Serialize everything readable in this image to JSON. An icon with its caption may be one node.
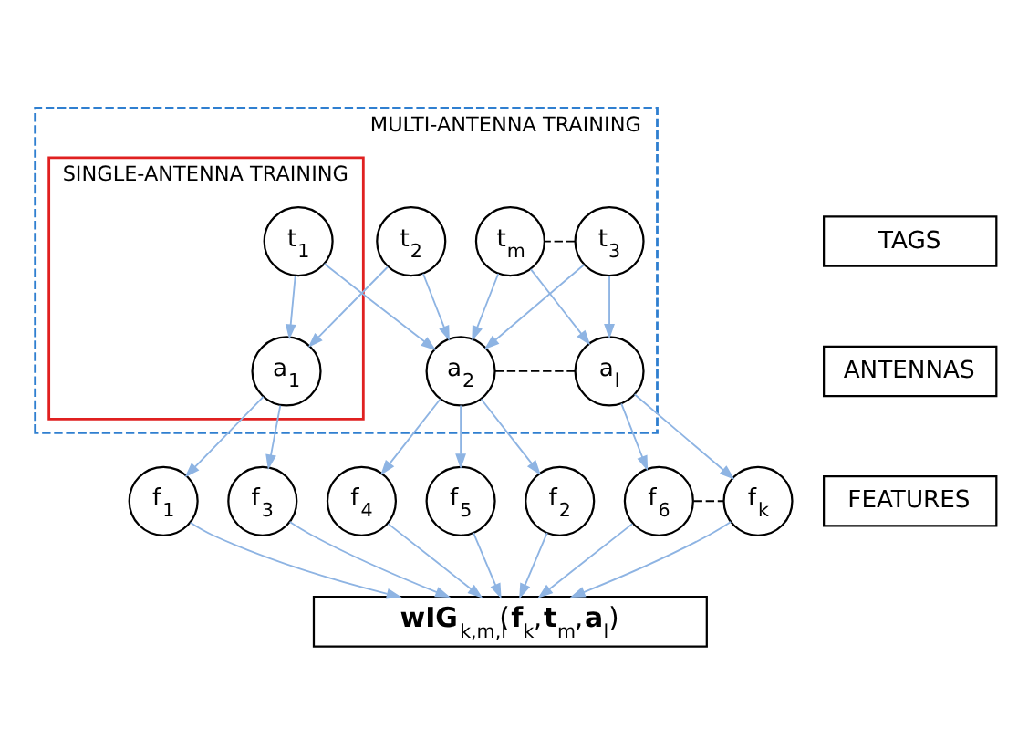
{
  "diagram": {
    "nodes": [
      {
        "text": [
          "MULTI-ANTENNA TRAINING"
        ]
      },
      {
        "text": [
          "SINGLE-ANTENNA TRAINING"
        ],
        "in": 0
      },
      {
        "text": [
          "TAGS"
        ]
      },
      {
        "text": [
          "t$_{1}$"
        ],
        "in": 1
      },
      {
        "text": [
          "t$_{2}$"
        ],
        "in": 0
      },
      {
        "text": [
          "t$_{3}$"
        ],
        "in": 0
      },
      {
        "text": [
          "t$_{m}$"
        ],
        "in": 0
      },
      {
        "text": [
          "ANTENNAS"
        ]
      },
      {
        "text": [
          "a$_{1}$"
        ],
        "in": 1
      },
      {
        "text": [
          "a$_{2}$"
        ],
        "in": 0
      },
      {
        "text": [
          "a$_{l}$"
        ],
        "in": 0
      },
      {
        "text": [
          "FEATURES"
        ]
      },
      {
        "text": [
          "f$_{1}$"
        ]
      },
      {
        "text": [
          "f$_{2}$"
        ]
      },
      {
        "text": [
          "f$_{3}$"
        ]
      },
      {
        "text": [
          "f$_{4}$"
        ]
      },
      {
        "text": [
          "f$_{5}$"
        ]
      },
      {
        "text": [
          "f$_{6}$"
        ]
      },
      {
        "text": [
          "f$_{k}$"
        ]
      },
      {
        "text": [
          "**wIG**$_{k,m,l}$(**f**$_{k}$,**t**$_{m}$,**a**$_{l}$)"
        ]
      }
    ],
    "edges": [
      {
        "from": 3,
        "to": 8,
        "arrow": "to"
      },
      {
        "from": 3,
        "to": 9,
        "arrow": "to"
      },
      {
        "from": 4,
        "to": 8,
        "arrow": "to"
      },
      {
        "from": 4,
        "to": 9,
        "arrow": "to"
      },
      {
        "from": 5,
        "to": 9,
        "arrow": "to"
      },
      {
        "from": 5,
        "to": 10,
        "arrow": "to"
      },
      {
        "from": 6,
        "to": 9,
        "arrow": "to"
      },
      {
        "from": 6,
        "to": 10,
        "arrow": "to"
      },
      {
        "from": 5,
        "to": 6,
        "arrow": "none",
        "style": "dashed",
        "color": "#000000"
      },
      {
        "from": 9,
        "to": 10,
        "arrow": "none",
        "style": "dashed",
        "color": "#000000"
      },
      {
        "from": 8,
        "to": 12,
        "arrow": "to"
      },
      {
        "from": 8,
        "to": 14,
        "arrow": "to"
      },
      {
        "from": 9,
        "to": 13,
        "arrow": "to"
      },
      {
        "from": 9,
        "to": 15,
        "arrow": "to"
      },
      {
        "from": 9,
        "to": 16,
        "arrow": "to"
      },
      {
        "from": 10,
        "to": 17,
        "arrow": "to"
      },
      {
        "from": 10,
        "to": 18,
        "arrow": "to"
      },
      {
        "from": 17,
        "to": 18,
        "arrow": "none",
        "style": "dashed",
        "color": "#000000"
      },
      {
        "from": 12,
        "to": 19,
        "arrow": "to"
      },
      {
        "from": 13,
        "to": 19,
        "arrow": "to"
      },
      {
        "from": 14,
        "to": 19,
        "arrow": "to"
      },
      {
        "from": 15,
        "to": 19,
        "arrow": "to"
      },
      {
        "from": 16,
        "to": 19,
        "arrow": "to"
      },
      {
        "from": 17,
        "to": 19,
        "arrow": "to"
      },
      {
        "from": 18,
        "to": 19,
        "arrow": "to"
      }
    ]
  }
}
